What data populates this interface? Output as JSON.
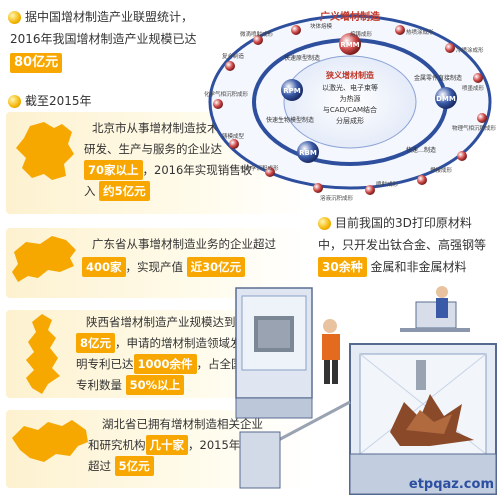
{
  "header": {
    "line1": "据中国增材制造产业联盟统计，",
    "line2": "2016年我国增材制造产业规模已达",
    "value": "80亿元"
  },
  "section_title": "截至2015年",
  "beijing": {
    "l1": "北京市从事增材制造技术",
    "l2": "研发、生产与服务的企业达",
    "v1": "70家以上",
    "l3": "，2016年实现销售收",
    "l4": "入",
    "v2": "约5亿元"
  },
  "guangdong": {
    "l1": "广东省从事增材制造业务的企业超过",
    "v1": "400家",
    "l2": "，实现产值",
    "v2": "近30亿元"
  },
  "shaanxi": {
    "l1": "陕西省增材制造产业规模达到",
    "v1": "8亿元",
    "l2": "，申请的增材制造领域发",
    "l3": "明专利已达",
    "v2": "1000余件",
    "l4": "，占全国",
    "l5": "专利数量",
    "v3": "50%以上"
  },
  "hubei": {
    "l1": "湖北省已拥有增材制造相关企业",
    "l2": "和研究机构",
    "v1": "几十家",
    "l3": "，2015年产值",
    "l4": "超过",
    "v2": "5亿元"
  },
  "materials": {
    "l1": "目前我国的3D打印原材料",
    "l2": "中，只开发出钛合金、高强钢等",
    "v1": "30余种",
    "l3": "金属和非金属材料"
  },
  "diagram": {
    "outer_title": "广义增材制造",
    "inner_l1": "狭义增材制造",
    "inner_l2": "以激光、电子束等",
    "inner_l3": "为热源",
    "inner_l4": "与CAD/CAM结合",
    "inner_l5": "分层成形",
    "node_rmm": "RMM",
    "node_dmm": "DMM",
    "node_rbm": "RBM",
    "node_rpm": "RPM",
    "lbl_top_left": "快速原型制造",
    "lbl_right": "金属零件直接制造",
    "lbl_bottom": "快速…制造",
    "lbl_left": "快速生物模型制造",
    "outer_items": [
      "铸模成型",
      "熔铸成形",
      "冷喷涂成形",
      "喷墨成形",
      "溶液沉积成形",
      "化学气相沉积成形",
      "复合制造",
      "块体熔模",
      "热喷涂成形",
      "焊接成形",
      "喷射成形",
      "电化学沉积成形",
      "微滴喷射成形",
      "物理气相沉积成形"
    ]
  },
  "watermark": "etpqaz.com"
}
